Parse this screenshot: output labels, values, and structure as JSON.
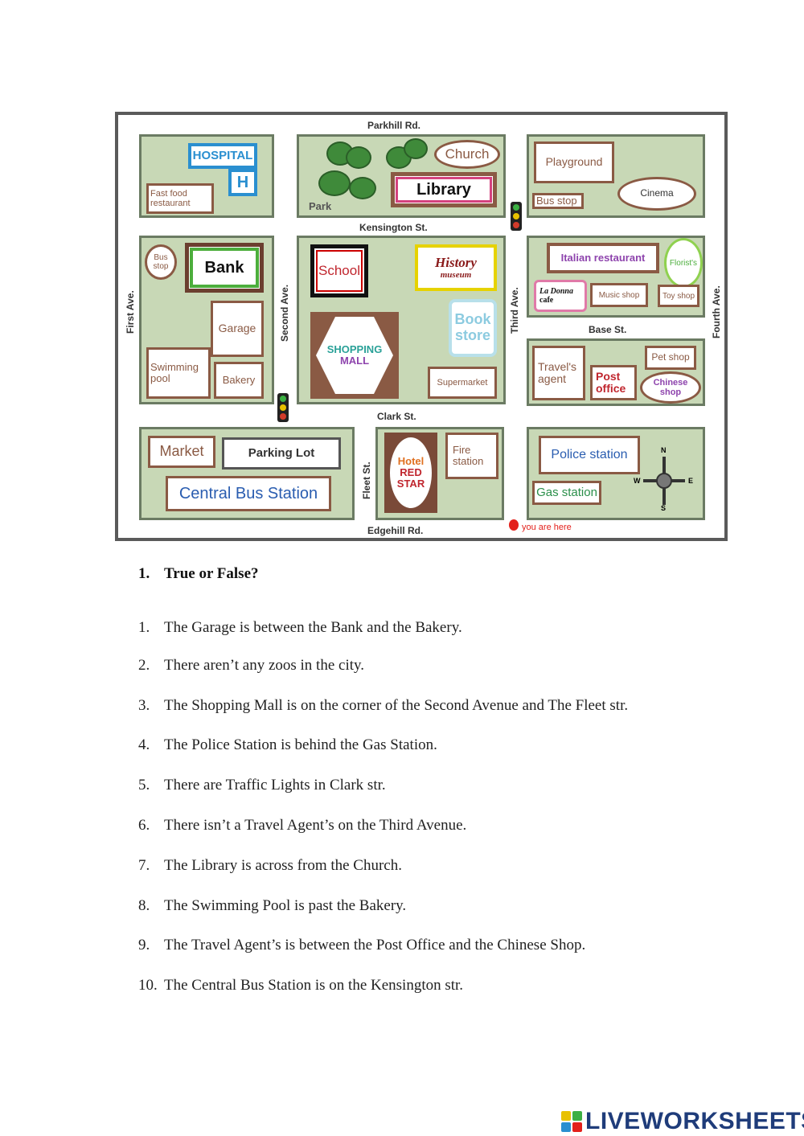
{
  "map": {
    "streets": {
      "parkhill": "Parkhill Rd.",
      "kensington": "Kensington St.",
      "base": "Base St.",
      "clark": "Clark St.",
      "edgehill": "Edgehill Rd.",
      "first_ave": "First Ave.",
      "second_ave": "Second Ave.",
      "third_ave": "Third Ave.",
      "fourth_ave": "Fourth Ave.",
      "fleet": "Fleet St."
    },
    "places": {
      "hospital": "HOSPITAL",
      "hospital_h": "H",
      "fast_food": "Fast food restaurant",
      "park": "Park",
      "church": "Church",
      "library": "Library",
      "playground": "Playground",
      "bus_stop_top": "Bus stop",
      "cinema": "Cinema",
      "bus_stop_left": "Bus stop",
      "bank": "Bank",
      "garage": "Garage",
      "swimming_pool": "Swimming pool",
      "bakery": "Bakery",
      "school": "School",
      "history_museum_1": "History",
      "history_museum_2": "museum",
      "shopping_mall_1": "SHOPPING",
      "shopping_mall_2": "MALL",
      "book_store_1": "Book",
      "book_store_2": "store",
      "supermarket": "Supermarket",
      "italian_restaurant": "Italian restaurant",
      "florists": "Florist's",
      "la_donna_1": "La Donna",
      "la_donna_2": "cafe",
      "music_shop": "Music shop",
      "toy_shop": "Toy shop",
      "travels_agent_1": "Travel's",
      "travels_agent_2": "agent",
      "post_office_1": "Post",
      "post_office_2": "office",
      "pet_shop": "Pet shop",
      "chinese_shop_1": "Chinese",
      "chinese_shop_2": "shop",
      "market": "Market",
      "parking_lot": "Parking Lot",
      "central_bus_station": "Central Bus Station",
      "hotel_1": "Hotel",
      "hotel_2": "RED",
      "hotel_3": "STAR",
      "fire_station_1": "Fire",
      "fire_station_2": "station",
      "police_station": "Police station",
      "gas_station": "Gas station",
      "you_are_here": "you are here"
    },
    "compass": {
      "n": "N",
      "s": "S",
      "e": "E",
      "w": "W"
    }
  },
  "section": {
    "number": "1.",
    "title": "True or False?"
  },
  "questions": [
    {
      "num": "1.",
      "text": "The Garage is between the Bank and the Bakery."
    },
    {
      "num": "2.",
      "text": "There aren’t any zoos in the city."
    },
    {
      "num": "3.",
      "text": "The Shopping Mall is on the corner of the Second Avenue and The Fleet str."
    },
    {
      "num": "4.",
      "text": "The Police Station is behind the Gas Station."
    },
    {
      "num": "5.",
      "text": "There are Traffic Lights in Clark str."
    },
    {
      "num": "6.",
      "text": "There isn’t a Travel Agent’s on the Third Avenue."
    },
    {
      "num": "7.",
      "text": "The Library is across from the Church."
    },
    {
      "num": "8.",
      "text": "The Swimming Pool is past the Bakery."
    },
    {
      "num": "9.",
      "text": "The Travel Agent’s is between the Post Office and the Chinese Shop."
    },
    {
      "num": "10.",
      "text": "The Central Bus Station is on the Kensington str."
    }
  ],
  "footer": {
    "brand": "LIVEWORKSHEETS"
  }
}
